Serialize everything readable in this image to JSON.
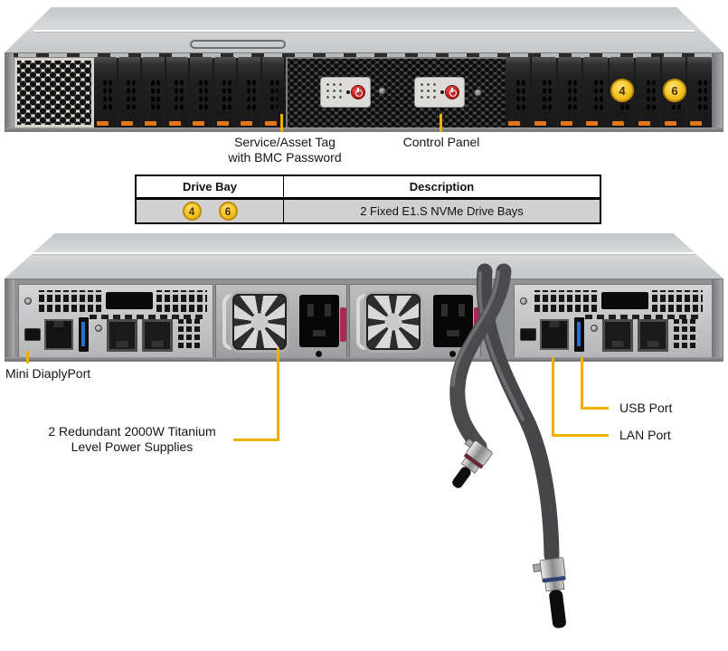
{
  "colors": {
    "callout": "#F0B000",
    "badge_fill": "#F3C01C",
    "badge_border": "#C08A08",
    "badge_text": "#4A3000",
    "latch": "#E2761A",
    "power_red": "#B51414",
    "usb_blue": "#2C6FC8",
    "psu_tab": "#A8295A",
    "row_gray": "#D0D0D0"
  },
  "front": {
    "badges": [
      "4",
      "6"
    ],
    "callouts": {
      "service_tag_line1": "Service/Asset Tag",
      "service_tag_line2": "with BMC Password",
      "control_panel": "Control Panel"
    }
  },
  "table": {
    "headers": [
      "Drive Bay",
      "Description"
    ],
    "row": {
      "badges": [
        "4",
        "6"
      ],
      "description": "2 Fixed E1.S NVMe Drive Bays"
    }
  },
  "rear": {
    "callouts": {
      "mini_dp": "Mini DiaplyPort",
      "psu_line1": "2 Redundant 2000W Titanium",
      "psu_line2": "Level Power Supplies",
      "usb": "USB Port",
      "lan": "LAN Port"
    }
  }
}
